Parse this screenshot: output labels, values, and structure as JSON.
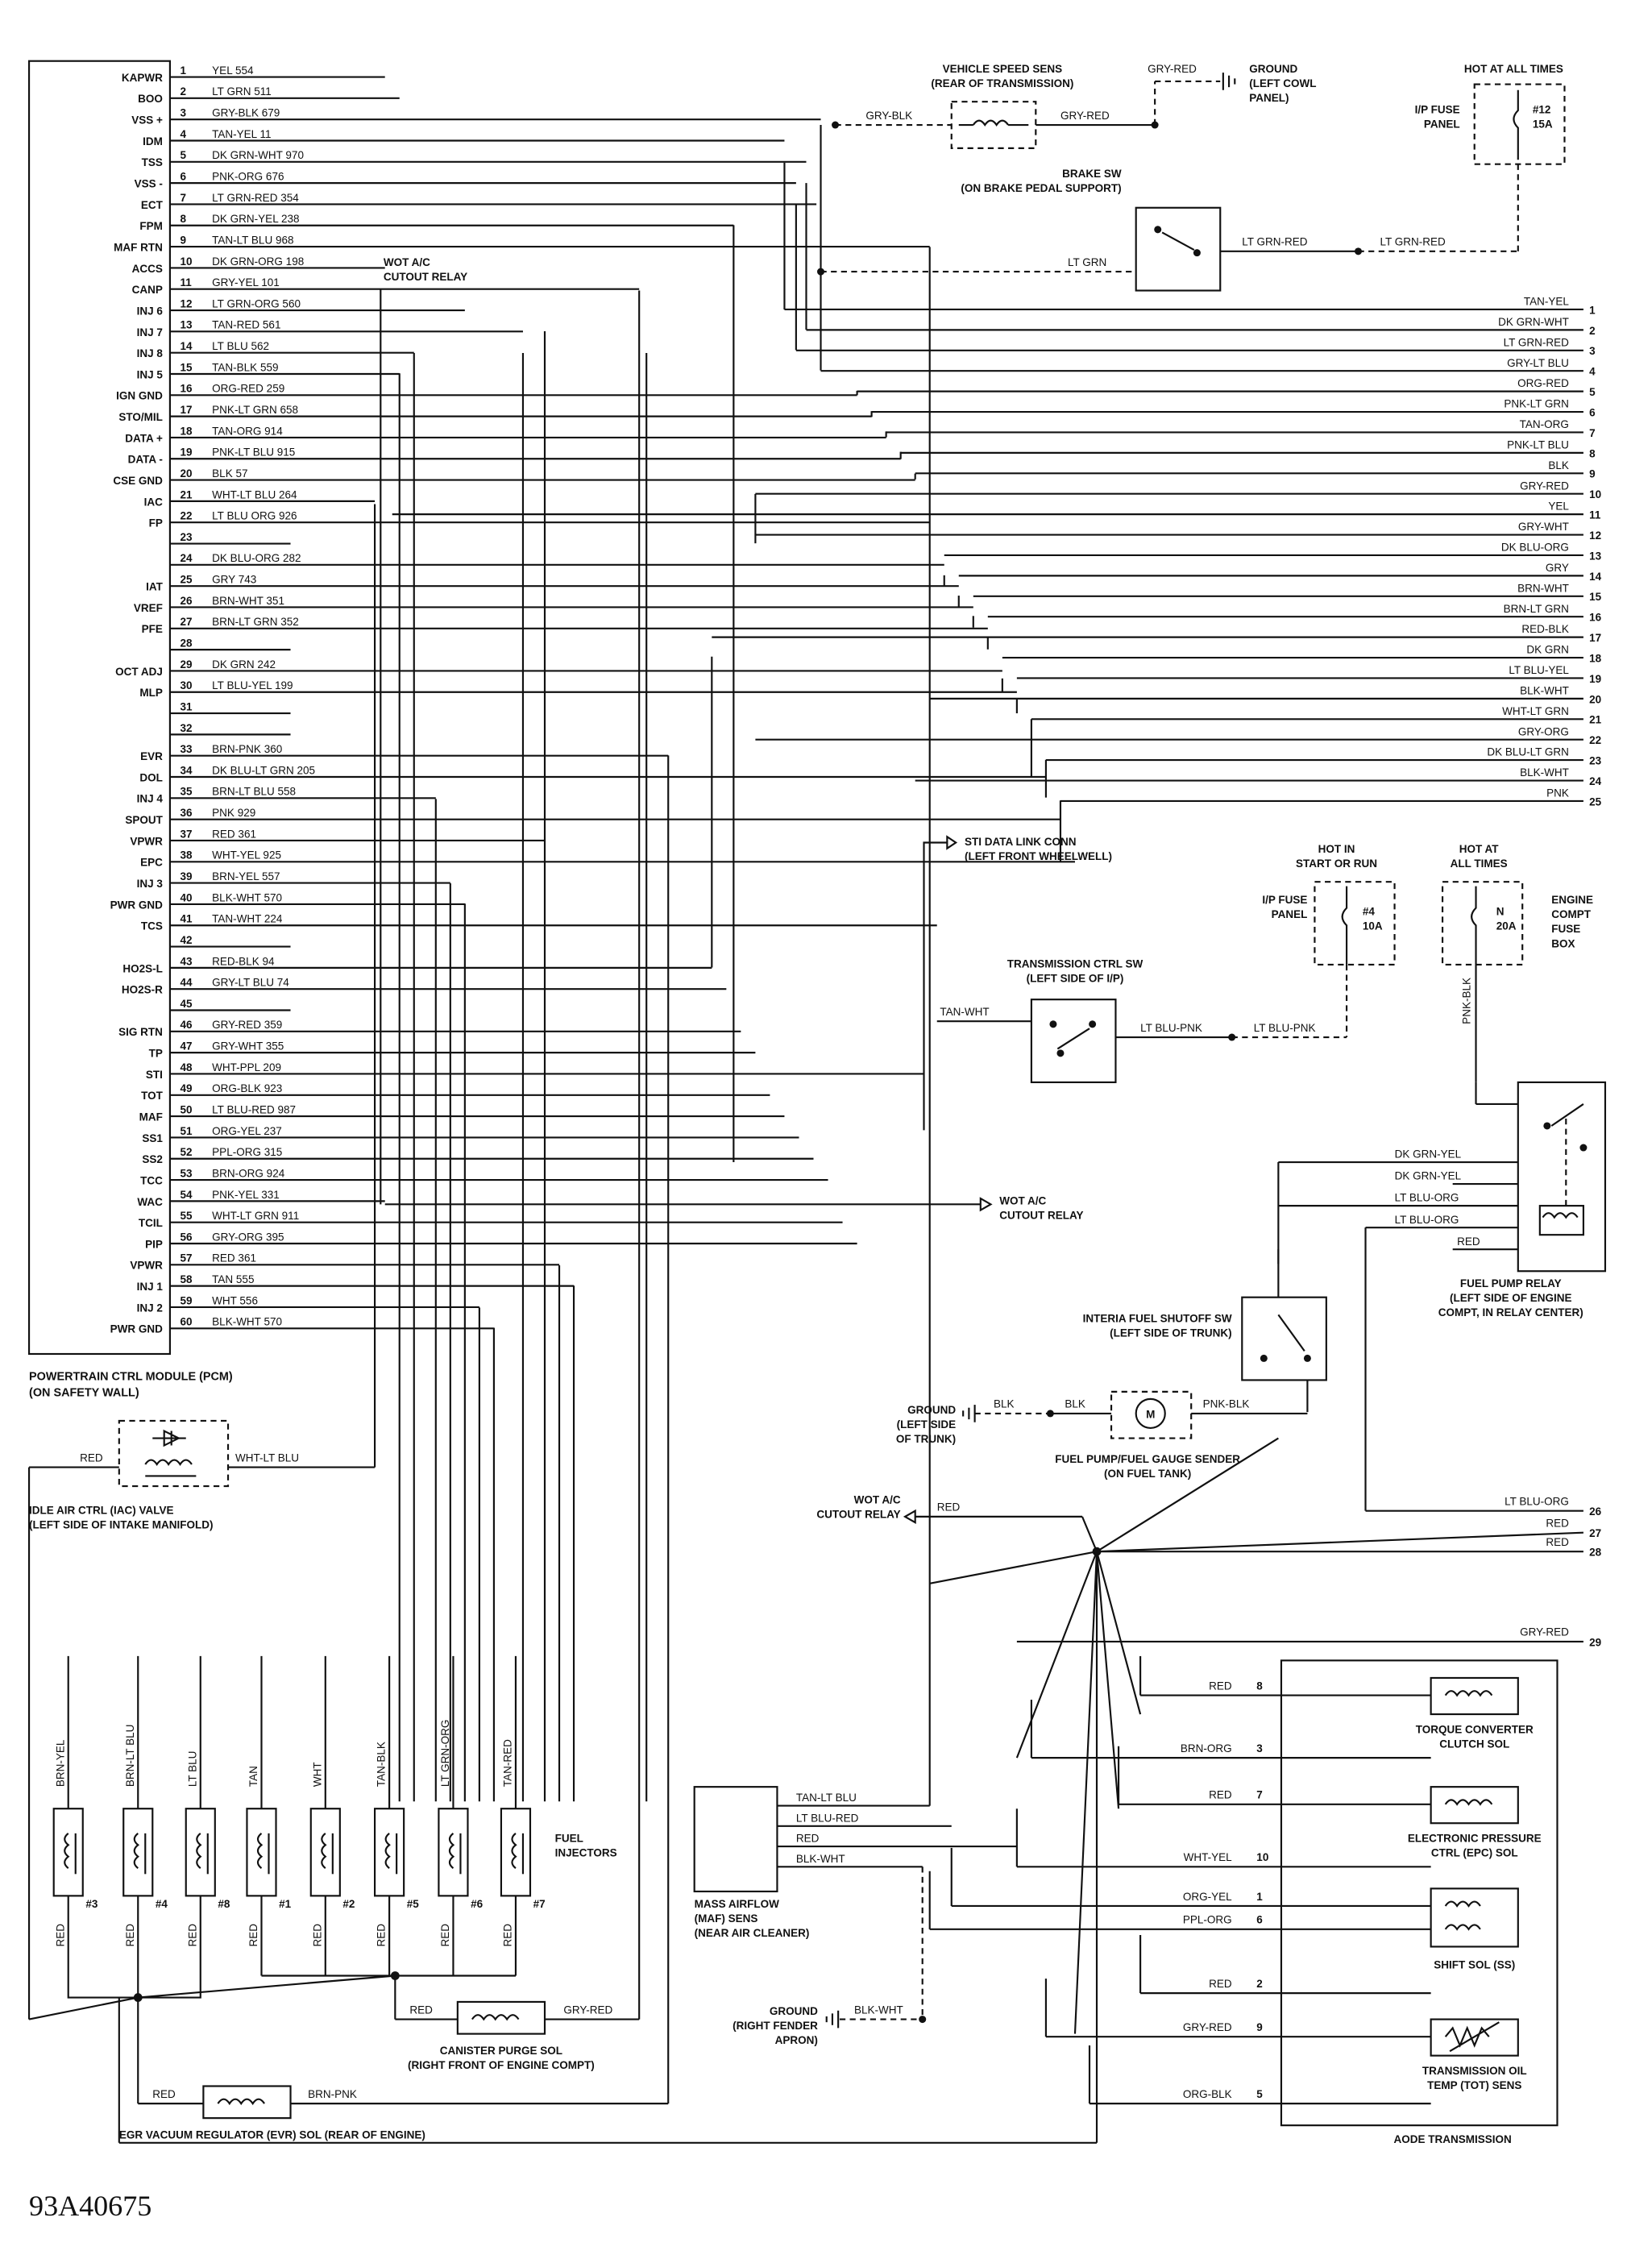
{
  "pcm": {
    "title_line1": "POWERTRAIN CTRL MODULE (PCM)",
    "title_line2": "(ON SAFETY WALL)",
    "pins": [
      {
        "n": "1",
        "name": "KAPWR",
        "wire": "YEL 554"
      },
      {
        "n": "2",
        "name": "BOO",
        "wire": "LT GRN 511"
      },
      {
        "n": "3",
        "name": "VSS +",
        "wire": "GRY-BLK 679"
      },
      {
        "n": "4",
        "name": "IDM",
        "wire": "TAN-YEL 11"
      },
      {
        "n": "5",
        "name": "TSS",
        "wire": "DK GRN-WHT 970"
      },
      {
        "n": "6",
        "name": "VSS -",
        "wire": "PNK-ORG 676"
      },
      {
        "n": "7",
        "name": "ECT",
        "wire": "LT GRN-RED 354"
      },
      {
        "n": "8",
        "name": "FPM",
        "wire": "DK GRN-YEL 238"
      },
      {
        "n": "9",
        "name": "MAF RTN",
        "wire": "TAN-LT BLU 968"
      },
      {
        "n": "10",
        "name": "ACCS",
        "wire": "DK GRN-ORG 198"
      },
      {
        "n": "11",
        "name": "CANP",
        "wire": "GRY-YEL 101"
      },
      {
        "n": "12",
        "name": "INJ 6",
        "wire": "LT GRN-ORG  560"
      },
      {
        "n": "13",
        "name": "INJ 7",
        "wire": "TAN-RED 561"
      },
      {
        "n": "14",
        "name": "INJ 8",
        "wire": "LT BLU 562"
      },
      {
        "n": "15",
        "name": "INJ 5",
        "wire": "TAN-BLK 559"
      },
      {
        "n": "16",
        "name": "IGN GND",
        "wire": "ORG-RED 259"
      },
      {
        "n": "17",
        "name": "STO/MIL",
        "wire": "PNK-LT GRN 658"
      },
      {
        "n": "18",
        "name": "DATA +",
        "wire": "TAN-ORG 914"
      },
      {
        "n": "19",
        "name": "DATA -",
        "wire": "PNK-LT BLU 915"
      },
      {
        "n": "20",
        "name": "CSE GND",
        "wire": "BLK 57"
      },
      {
        "n": "21",
        "name": "IAC",
        "wire": "WHT-LT BLU 264"
      },
      {
        "n": "22",
        "name": "FP",
        "wire": "LT BLU ORG 926"
      },
      {
        "n": "23",
        "name": "",
        "wire": ""
      },
      {
        "n": "24",
        "name": "",
        "wire": "DK BLU-ORG 282"
      },
      {
        "n": "25",
        "name": "IAT",
        "wire": "GRY 743"
      },
      {
        "n": "26",
        "name": "VREF",
        "wire": "BRN-WHT 351"
      },
      {
        "n": "27",
        "name": "PFE",
        "wire": "BRN-LT GRN 352"
      },
      {
        "n": "28",
        "name": "",
        "wire": ""
      },
      {
        "n": "29",
        "name": "OCT ADJ",
        "wire": "DK GRN 242"
      },
      {
        "n": "30",
        "name": "MLP",
        "wire": "LT BLU-YEL 199"
      },
      {
        "n": "31",
        "name": "",
        "wire": ""
      },
      {
        "n": "32",
        "name": "",
        "wire": ""
      },
      {
        "n": "33",
        "name": "EVR",
        "wire": "BRN-PNK 360"
      },
      {
        "n": "34",
        "name": "DOL",
        "wire": "DK BLU-LT GRN 205"
      },
      {
        "n": "35",
        "name": "INJ 4",
        "wire": "BRN-LT BLU 558"
      },
      {
        "n": "36",
        "name": "SPOUT",
        "wire": "PNK 929"
      },
      {
        "n": "37",
        "name": "VPWR",
        "wire": "RED 361"
      },
      {
        "n": "38",
        "name": "EPC",
        "wire": "WHT-YEL 925"
      },
      {
        "n": "39",
        "name": "INJ 3",
        "wire": "BRN-YEL 557"
      },
      {
        "n": "40",
        "name": "PWR GND",
        "wire": "BLK-WHT 570"
      },
      {
        "n": "41",
        "name": "TCS",
        "wire": "TAN-WHT 224"
      },
      {
        "n": "42",
        "name": "",
        "wire": ""
      },
      {
        "n": "43",
        "name": "HO2S-L",
        "wire": "RED-BLK 94"
      },
      {
        "n": "44",
        "name": "HO2S-R",
        "wire": "GRY-LT BLU 74"
      },
      {
        "n": "45",
        "name": "",
        "wire": ""
      },
      {
        "n": "46",
        "name": "SIG RTN",
        "wire": "GRY-RED 359"
      },
      {
        "n": "47",
        "name": "TP",
        "wire": "GRY-WHT 355"
      },
      {
        "n": "48",
        "name": "STI",
        "wire": "WHT-PPL 209"
      },
      {
        "n": "49",
        "name": "TOT",
        "wire": "ORG-BLK 923"
      },
      {
        "n": "50",
        "name": "MAF",
        "wire": "LT BLU-RED 987"
      },
      {
        "n": "51",
        "name": "SS1",
        "wire": "ORG-YEL 237"
      },
      {
        "n": "52",
        "name": "SS2",
        "wire": "PPL-ORG 315"
      },
      {
        "n": "53",
        "name": "TCC",
        "wire": "BRN-ORG 924"
      },
      {
        "n": "54",
        "name": "WAC",
        "wire": "PNK-YEL 331"
      },
      {
        "n": "55",
        "name": "TCIL",
        "wire": "WHT-LT GRN 911"
      },
      {
        "n": "56",
        "name": "PIP",
        "wire": "GRY-ORG 395"
      },
      {
        "n": "57",
        "name": "VPWR",
        "wire": "RED 361"
      },
      {
        "n": "58",
        "name": "INJ 1",
        "wire": "TAN 555"
      },
      {
        "n": "59",
        "name": "INJ 2",
        "wire": "WHT 556"
      },
      {
        "n": "60",
        "name": "PWR GND",
        "wire": "BLK-WHT 570"
      }
    ]
  },
  "right_connector": [
    {
      "n": "1",
      "wire": "TAN-YEL"
    },
    {
      "n": "2",
      "wire": "DK GRN-WHT"
    },
    {
      "n": "3",
      "wire": "LT GRN-RED"
    },
    {
      "n": "4",
      "wire": "GRY-LT BLU"
    },
    {
      "n": "5",
      "wire": "ORG-RED"
    },
    {
      "n": "6",
      "wire": "PNK-LT GRN"
    },
    {
      "n": "7",
      "wire": "TAN-ORG"
    },
    {
      "n": "8",
      "wire": "PNK-LT BLU"
    },
    {
      "n": "9",
      "wire": "BLK"
    },
    {
      "n": "10",
      "wire": "GRY-RED"
    },
    {
      "n": "11",
      "wire": "YEL"
    },
    {
      "n": "12",
      "wire": "GRY-WHT"
    },
    {
      "n": "13",
      "wire": "DK BLU-ORG"
    },
    {
      "n": "14",
      "wire": "GRY"
    },
    {
      "n": "15",
      "wire": "BRN-WHT"
    },
    {
      "n": "16",
      "wire": "BRN-LT GRN"
    },
    {
      "n": "17",
      "wire": "RED-BLK"
    },
    {
      "n": "18",
      "wire": "DK GRN"
    },
    {
      "n": "19",
      "wire": "LT BLU-YEL"
    },
    {
      "n": "20",
      "wire": "BLK-WHT"
    },
    {
      "n": "21",
      "wire": "WHT-LT GRN"
    },
    {
      "n": "22",
      "wire": "GRY-ORG"
    },
    {
      "n": "23",
      "wire": "DK BLU-LT GRN"
    },
    {
      "n": "24",
      "wire": "BLK-WHT"
    },
    {
      "n": "25",
      "wire": "PNK"
    },
    {
      "n": "26",
      "wire": "LT BLU-ORG"
    },
    {
      "n": "27",
      "wire": "RED"
    },
    {
      "n": "28",
      "wire": "RED"
    },
    {
      "n": "29",
      "wire": "GRY-RED"
    }
  ],
  "top": {
    "vss_line1": "VEHICLE SPEED SENS",
    "vss_line2": "(REAR OF TRANSMISSION)",
    "vss_wire_left": "GRY-BLK",
    "vss_wire_right": "GRY-RED",
    "vss_wire_up": "GRY-RED",
    "ground_line1": "GROUND",
    "ground_line2": "(LEFT COWL",
    "ground_line3": "PANEL)",
    "hot_all_times": "HOT AT ALL TIMES",
    "ip_fuse_line1": "I/P FUSE",
    "ip_fuse_line2": "PANEL",
    "fuse12_line1": "#12",
    "fuse12_line2": "15A",
    "brake_line1": "BRAKE SW",
    "brake_line2": "(ON BRAKE PEDAL SUPPORT)",
    "brake_wire_left": "LT GRN",
    "brake_wire_r1": "LT GRN-RED",
    "brake_wire_r2": "LT GRN-RED",
    "wot_line1": "WOT A/C",
    "wot_line2": "CUTOUT RELAY"
  },
  "middle": {
    "sti_line1": "STI DATA LINK CONN",
    "sti_line2": "(LEFT FRONT WHEELWELL)",
    "hot_start_line1": "HOT IN",
    "hot_start_line2": "START OR RUN",
    "ip_fuse_line1": "I/P FUSE",
    "ip_fuse_line2": "PANEL",
    "fuse4_line1": "#4",
    "fuse4_line2": "10A",
    "hot_at_line1": "HOT AT",
    "hot_at_line2": "ALL TIMES",
    "fuseN_line1": "N",
    "fuseN_line2": "20A",
    "engine_box_line1": "ENGINE",
    "engine_box_line2": "COMPT",
    "engine_box_line3": "FUSE",
    "engine_box_line4": "BOX",
    "pnk_blk": "PNK-BLK",
    "tcs_line1": "TRANSMISSION CTRL SW",
    "tcs_line2": "(LEFT SIDE OF I/P)",
    "tcs_wire_left": "TAN-WHT",
    "tcs_wire_r1": "LT BLU-PNK",
    "tcs_wire_r2": "LT BLU-PNK",
    "relay_w1": "DK GRN-YEL",
    "relay_w2": "DK GRN-YEL",
    "relay_w3": "LT BLU-ORG",
    "relay_w4": "LT BLU-ORG",
    "relay_w5": "RED",
    "wot_line1": "WOT A/C",
    "wot_line2": "CUTOUT RELAY",
    "fp_relay_line1": "FUEL PUMP RELAY",
    "fp_relay_line2": "(LEFT SIDE OF ENGINE",
    "fp_relay_line3": "COMPT, IN RELAY CENTER)",
    "inertia_line1": "INTERIA FUEL SHUTOFF SW",
    "inertia_line2": "(LEFT SIDE OF TRUNK)",
    "gnd_line1": "GROUND",
    "gnd_line2": "(LEFT SIDE",
    "gnd_line3": "OF TRUNK)",
    "blk1": "BLK",
    "blk2": "BLK",
    "pnk_blk2": "PNK-BLK",
    "motor": "M",
    "fp_line1": "FUEL PUMP/FUEL GAUGE SENDER",
    "fp_line2": "(ON FUEL TANK)",
    "wot2_line1": "WOT A/C",
    "wot2_line2": "CUTOUT RELAY",
    "red": "RED",
    "ltbluorg": "LT BLU-ORG",
    "red27": "RED",
    "red28": "RED"
  },
  "iac": {
    "red": "RED",
    "wht_lt_blu": "WHT-LT BLU",
    "line1": "IDLE AIR CTRL (IAC) VALVE",
    "line2": "(LEFT SIDE OF INTAKE MANIFOLD)"
  },
  "injectors": {
    "title_line1": "FUEL",
    "title_line2": "INJECTORS",
    "items": [
      {
        "top": "BRN-YEL",
        "num": "#3",
        "bottom": "RED"
      },
      {
        "top": "BRN-LT BLU",
        "num": "#4",
        "bottom": "RED"
      },
      {
        "top": "LT BLU",
        "num": "#8",
        "bottom": "RED"
      },
      {
        "top": "TAN",
        "num": "#1",
        "bottom": "RED"
      },
      {
        "top": "WHT",
        "num": "#2",
        "bottom": "RED"
      },
      {
        "top": "TAN-BLK",
        "num": "#5",
        "bottom": "RED"
      },
      {
        "top": "LT GRN-ORG",
        "num": "#6",
        "bottom": "RED"
      },
      {
        "top": "TAN-RED",
        "num": "#7",
        "bottom": "RED"
      }
    ]
  },
  "canister": {
    "red": "RED",
    "gry_red": "GRY-RED",
    "line1": "CANISTER PURGE SOL",
    "line2": "(RIGHT FRONT OF ENGINE COMPT)"
  },
  "evr": {
    "red": "RED",
    "brn_pnk": "BRN-PNK",
    "line1": "EGR VACUUM REGULATOR (EVR) SOL (REAR OF ENGINE)"
  },
  "maf": {
    "w1": "TAN-LT BLU",
    "w2": "LT BLU-RED",
    "w3": "RED",
    "w4": "BLK-WHT",
    "line1": "MASS AIRFLOW",
    "line2": "(MAF) SENS",
    "line3": "(NEAR AIR CLEANER)",
    "gnd_line1": "GROUND",
    "gnd_line2": "(RIGHT FENDER",
    "gnd_line3": "APRON)",
    "gnd_wire": "BLK-WHT"
  },
  "trans": {
    "gry_red": "GRY-RED",
    "title": "AODE TRANSMISSION",
    "rows": [
      {
        "wire": "RED",
        "pin": "8"
      },
      {
        "wire": "BRN-ORG",
        "pin": "3"
      },
      {
        "wire": "RED",
        "pin": "7"
      },
      {
        "wire": "WHT-YEL",
        "pin": "10"
      },
      {
        "wire": "ORG-YEL",
        "pin": "1"
      },
      {
        "wire": "PPL-ORG",
        "pin": "6"
      },
      {
        "wire": "RED",
        "pin": "2"
      },
      {
        "wire": "GRY-RED",
        "pin": "9"
      },
      {
        "wire": "ORG-BLK",
        "pin": "5"
      }
    ],
    "tcc_line1": "TORQUE CONVERTER",
    "tcc_line2": "CLUTCH SOL",
    "epc_line1": "ELECTRONIC PRESSURE",
    "epc_line2": "CTRL (EPC) SOL",
    "ss_line1": "SHIFT SOL (SS)",
    "tot_line1": "TRANSMISSION OIL",
    "tot_line2": "TEMP (TOT) SENS"
  },
  "code": "93A40675"
}
